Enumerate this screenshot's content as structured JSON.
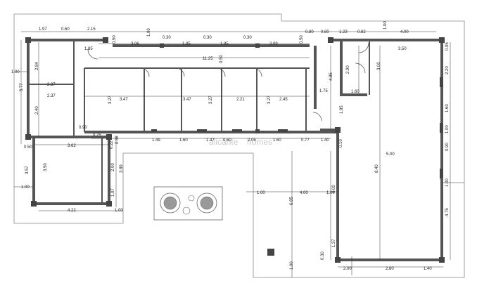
{
  "watermark": {
    "left": "alicante",
    "right": "homes"
  },
  "colors": {
    "wall": "#555555",
    "line": "#222222",
    "paper": "#ffffff",
    "grey": "#9a9a9a"
  },
  "dims": [
    "1.97",
    "0.60",
    "2.15",
    "0.30",
    "1.00",
    "0.30",
    "0.30",
    "0.80",
    "0.80",
    "1.23",
    "0.82",
    "1.00",
    "4.00",
    "1.85",
    "0.50",
    "3.06",
    "1.85",
    "1.85",
    "3.09",
    "0.50",
    "3.50",
    "0.95",
    "11.25",
    "0.50",
    "2.84",
    "1.00",
    "5.77",
    "2.37",
    "2.37",
    "3.47",
    "3.27",
    "3.47",
    "3.27",
    "2.21",
    "3.27",
    "2.45",
    "1.75",
    "4.85",
    "2.90",
    "3.00",
    "2.20",
    "1.60",
    "1.60",
    "1.00",
    "2.40",
    "0.90",
    "0.75",
    "1.49",
    "1.60",
    "1.37",
    "0.60",
    "2.05",
    "1.60",
    "0.77",
    "1.40",
    "0.10",
    "0.50",
    "3.62",
    "0.22",
    "0.38",
    "2.00",
    "3.89",
    "3.50",
    "3.57",
    "1.00",
    "1.07",
    "4.22",
    "1.00",
    "1.85",
    "5.00",
    "8.40",
    "0.90",
    "1.00",
    "1.00",
    "4.00",
    "1.00",
    "6.85",
    "4.00",
    "4.75",
    "1.37",
    "0.30",
    "1.00",
    "2.00",
    "2.80",
    "1.40"
  ]
}
